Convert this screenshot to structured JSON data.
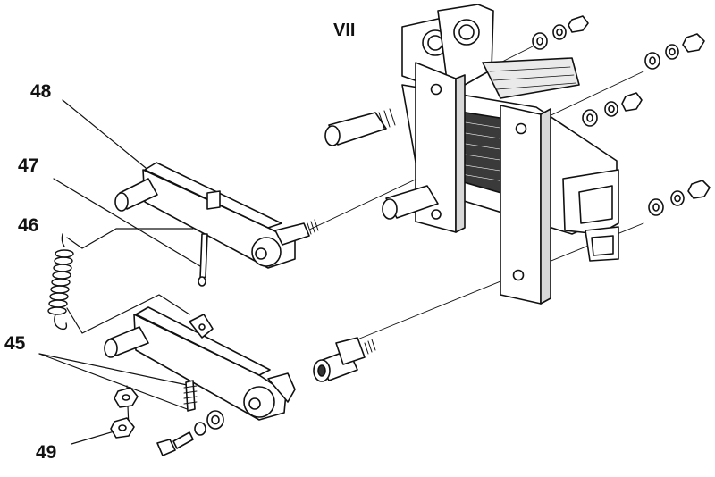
{
  "figure": {
    "section_label": "VII",
    "callouts": {
      "c48": "48",
      "c47": "47",
      "c46": "46",
      "c45": "45",
      "c49": "49"
    }
  }
}
